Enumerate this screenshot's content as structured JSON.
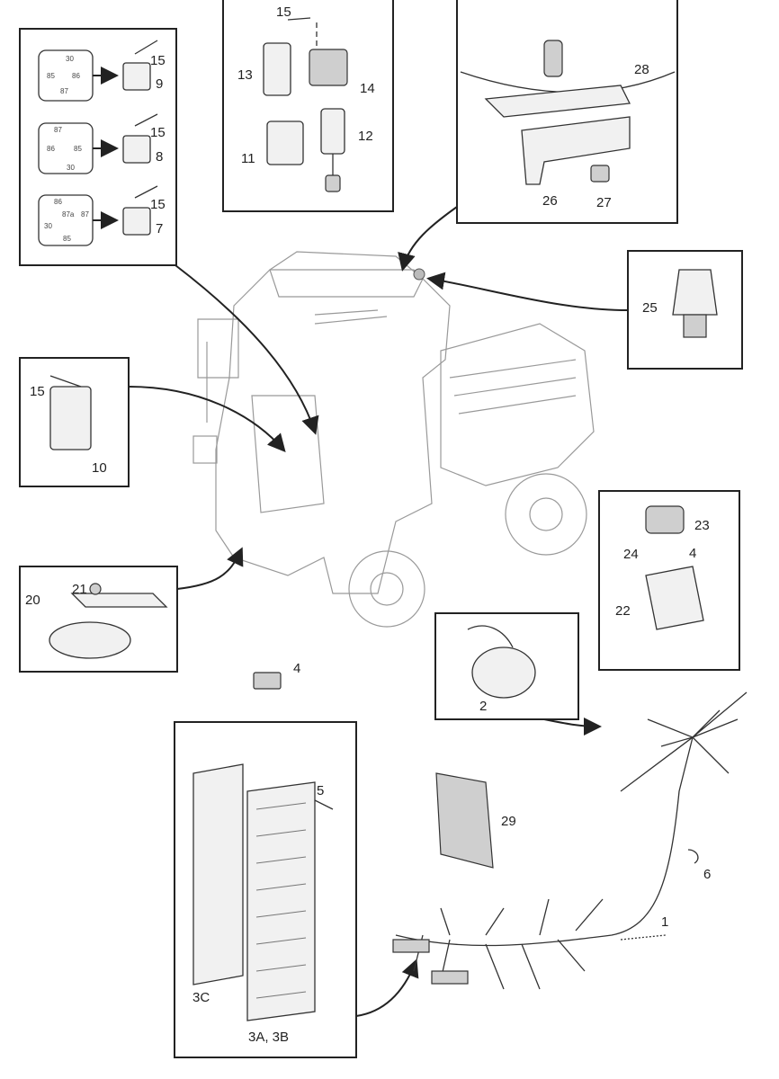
{
  "title": "Electrical parts exploded diagram",
  "callouts": {
    "c1": "1",
    "c2": "2",
    "c3ab": "3A, 3B",
    "c3c": "3C",
    "c4a": "4",
    "c4b": "4",
    "c5": "5",
    "c6": "6",
    "c7": "7",
    "c8": "8",
    "c9": "9",
    "c10": "10",
    "c11": "11",
    "c12": "12",
    "c13": "13",
    "c14": "14",
    "c15a": "15",
    "c15b": "15",
    "c15c": "15",
    "c15d": "15",
    "c15e": "15",
    "c20": "20",
    "c21": "21",
    "c22": "22",
    "c23": "23",
    "c24": "24",
    "c25": "25",
    "c26": "26",
    "c27": "27",
    "c28": "28",
    "c29": "29"
  },
  "relay_pins": {
    "r9": [
      "30",
      "85",
      "86",
      "87"
    ],
    "r8": [
      "87",
      "86",
      "85",
      "30"
    ],
    "r7": [
      "86",
      "87a",
      "87",
      "30",
      "85"
    ]
  }
}
